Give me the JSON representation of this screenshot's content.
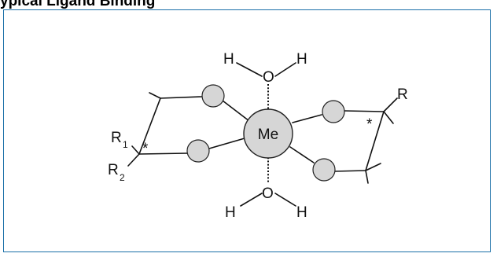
{
  "header": {
    "title": "ypical Ligand Binding"
  },
  "diagram": {
    "metal": "Me",
    "water_top": {
      "h_left": "H",
      "o": "O",
      "h_right": "H"
    },
    "water_bottom": {
      "h_left": "H",
      "o": "O",
      "h_right": "H"
    },
    "left_ring": {
      "r1": "R",
      "r1_sub": "1",
      "r2": "R",
      "r2_sub": "2",
      "chiral": "*"
    },
    "right_ring": {
      "r": "R",
      "chiral": "*"
    }
  }
}
